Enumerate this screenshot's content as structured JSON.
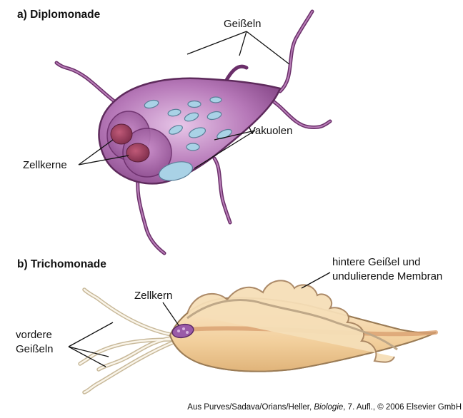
{
  "panel_a": {
    "heading": "a)  Diplomonade",
    "label_flagella": "Geißeln",
    "label_vacuoles": "Vakuolen",
    "label_nuclei": "Zellkerne"
  },
  "panel_b": {
    "heading": "b)  Trichomonade",
    "label_nucleus": "Zellkern",
    "label_posterior_line1": "hintere Geißel und",
    "label_posterior_line2": "undulierende Membran",
    "label_anterior_line1": "vordere",
    "label_anterior_line2": "Geißeln"
  },
  "credit": {
    "before": "Aus Purves/Sadava/Orians/Heller, ",
    "title": "Biologie",
    "after": ", 7. Aufl., © 2006 Elsevier GmbH"
  },
  "colors": {
    "diplo_body": "#b678b8",
    "diplo_outline": "#5e2a5c",
    "nucleus": "#9e3a5c",
    "vacuole": "#a9d2e6",
    "tricho_body": "#f3d3a4",
    "tricho_outline": "#9a7b55",
    "tricho_nucleus": "#9a5aa8"
  }
}
